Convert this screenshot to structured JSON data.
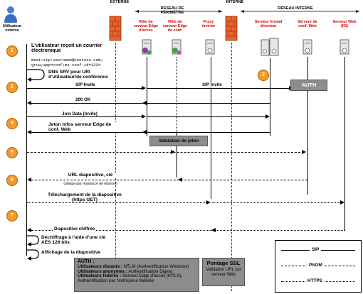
{
  "zones": {
    "externe": "EXTERNE",
    "perimetre": "RÉSEAU DE PÉRIMÈTRE",
    "interne": "INTERNE",
    "reseau_interne": "RÉSEAU INTERNE"
  },
  "actors": {
    "user": "Utilisateur externe",
    "edge_access": "Rôle de serveur Edge d'accès",
    "edge_conf": "Rôle de serveur Edge de conf.",
    "proxy": "Proxy inverse",
    "front_end": "Serveur frontal directeur",
    "conf_web": "Serveur de conf. Web",
    "iis": "Serveur Web (IIS)"
  },
  "steps": [
    "1",
    "2",
    "3",
    "4",
    "5",
    "6",
    "7"
  ],
  "messages": {
    "m1_title": "L'utilisateur reçoit un courrier électronique",
    "m1_uri": "meet:sip:username@contoso.com;\ngruu;app=conf;ms-conf-id=1234",
    "dns": "DNS SRV pour URI d'utilisateur/de conférence",
    "sip_invite_1": "SIP Invite",
    "sip_invite_2": "SIP Invite",
    "auth": "AUTH",
    "ok200": "200 OK",
    "join": "Join Data (Invite)",
    "jeton": "Jeton infos serveur Edge de conf. Web",
    "validation": "Validation de jeton",
    "url_diapo": "URL diapositive, clé",
    "url_diapo_sub": "(unique par ressource de réunion)",
    "telechargement": "Téléchargement de la diapositive (https GET)",
    "diapo_chiffree": "Diapositive chiffrée",
    "dechiffrage": "Déchiffrage à l'aide d'une clé AES 128 bits",
    "affichage": "Affichage de la diapositive"
  },
  "auth_box": {
    "title": "AUTH :",
    "l1_bold": "Utilisateurs distants :",
    "l1": " NTLM (Authentification Windows)",
    "l2_bold": "Utilisateurs anonymes :",
    "l2": " Authentification Digest",
    "l3_bold": "Utilisateurs fédérés :",
    "l3": " Serveur Edge d'accès (MTLS), Authentification par l'entreprise fédérée"
  },
  "ssl_box": {
    "title": "Pontage SSL",
    "body": "Validation URL sur serveur Web"
  },
  "legend": {
    "sip": "SIP",
    "psom": "PSOM",
    "https": "HTTPS"
  },
  "colors": {
    "step": "#f39a2a",
    "firewall": "#e8622c",
    "red": "#cc0000",
    "gray": "#8c8c8c"
  }
}
